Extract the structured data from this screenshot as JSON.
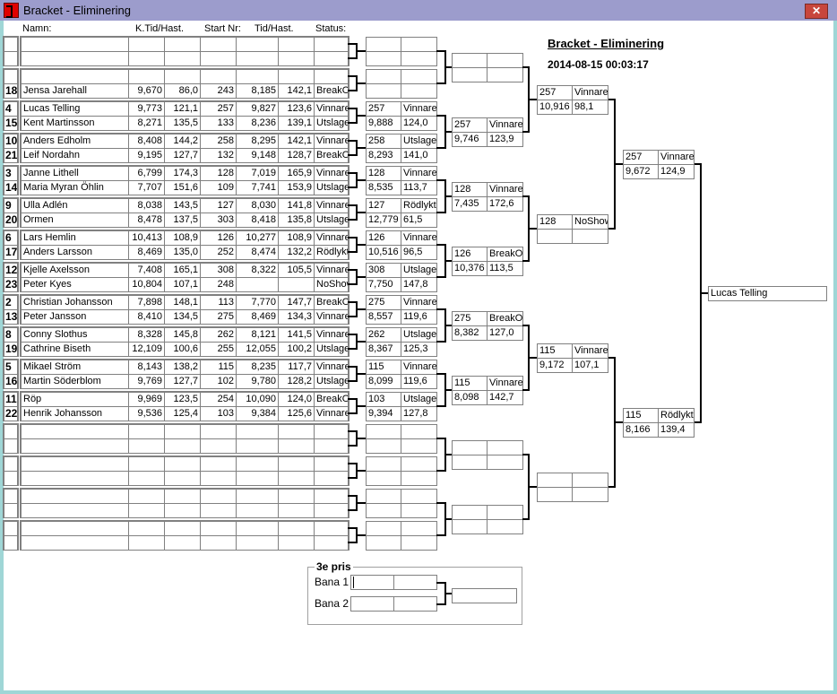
{
  "window": {
    "title": "Bracket - Eliminering",
    "close_label": "✕"
  },
  "headers": {
    "name": "Namn:",
    "ktid": "K.Tid/Hast.",
    "startnr": "Start Nr:",
    "tid": "Tid/Hast.",
    "status": "Status:"
  },
  "heading": "Bracket - Eliminering",
  "date": "2014-08-15 00:03:17",
  "rows": [
    [
      "",
      "",
      "",
      "",
      "",
      "",
      "",
      ""
    ],
    [
      "",
      "",
      "",
      "",
      "",
      "",
      "",
      ""
    ],
    [
      "",
      "",
      "",
      "",
      "",
      "",
      "",
      ""
    ],
    [
      "18",
      "Jensa Jarehall",
      "9,670",
      "86,0",
      "243",
      "8,185",
      "142,1",
      "BreakOut"
    ],
    [
      "4",
      "Lucas Telling",
      "9,773",
      "121,1",
      "257",
      "9,827",
      "123,6",
      "Vinnare"
    ],
    [
      "15",
      "Kent Martinsson",
      "8,271",
      "135,5",
      "133",
      "8,236",
      "139,1",
      "Utslagen"
    ],
    [
      "10",
      "Anders Edholm",
      "8,408",
      "144,2",
      "258",
      "8,295",
      "142,1",
      "Vinnare"
    ],
    [
      "21",
      "Leif Nordahn",
      "9,195",
      "127,7",
      "132",
      "9,148",
      "128,7",
      "BreakOut"
    ],
    [
      "3",
      "Janne Lithell",
      "6,799",
      "174,3",
      "128",
      "7,019",
      "165,9",
      "Vinnare"
    ],
    [
      "14",
      "Maria Myran Öhlin",
      "7,707",
      "151,6",
      "109",
      "7,741",
      "153,9",
      "Utslagen"
    ],
    [
      "9",
      "Ulla Adlén",
      "8,038",
      "143,5",
      "127",
      "8,030",
      "141,8",
      "Vinnare"
    ],
    [
      "20",
      "Ormen",
      "8,478",
      "137,5",
      "303",
      "8,418",
      "135,8",
      "Utslagen"
    ],
    [
      "6",
      "Lars Hemlin",
      "10,413",
      "108,9",
      "126",
      "10,277",
      "108,9",
      "Vinnare"
    ],
    [
      "17",
      "Anders Larsson",
      "8,469",
      "135,0",
      "252",
      "8,474",
      "132,2",
      "Rödlykta"
    ],
    [
      "12",
      "Kjelle Axelsson",
      "7,408",
      "165,1",
      "308",
      "8,322",
      "105,5",
      "Vinnare"
    ],
    [
      "23",
      "Peter Kyes",
      "10,804",
      "107,1",
      "248",
      "",
      "",
      "NoShow"
    ],
    [
      "2",
      "Christian Johansson",
      "7,898",
      "148,1",
      "113",
      "7,770",
      "147,7",
      "BreakOut"
    ],
    [
      "13",
      "Peter Jansson",
      "8,410",
      "134,5",
      "275",
      "8,469",
      "134,3",
      "Vinnare"
    ],
    [
      "8",
      "Conny Slothus",
      "8,328",
      "145,8",
      "262",
      "8,121",
      "141,5",
      "Vinnare"
    ],
    [
      "19",
      "Cathrine Biseth",
      "12,109",
      "100,6",
      "255",
      "12,055",
      "100,2",
      "Utslagen"
    ],
    [
      "5",
      "Mikael Ström",
      "8,143",
      "138,2",
      "115",
      "8,235",
      "117,7",
      "Vinnare"
    ],
    [
      "16",
      "Martin Söderblom",
      "9,769",
      "127,7",
      "102",
      "9,780",
      "128,2",
      "Utslagen"
    ],
    [
      "11",
      "Röp",
      "9,969",
      "123,5",
      "254",
      "10,090",
      "124,0",
      "BreakOut"
    ],
    [
      "22",
      "Henrik Johansson",
      "9,536",
      "125,4",
      "103",
      "9,384",
      "125,6",
      "Vinnare"
    ],
    [
      "",
      "",
      "",
      "",
      "",
      "",
      "",
      ""
    ],
    [
      "",
      "",
      "",
      "",
      "",
      "",
      "",
      ""
    ],
    [
      "",
      "",
      "",
      "",
      "",
      "",
      "",
      ""
    ],
    [
      "",
      "",
      "",
      "",
      "",
      "",
      "",
      ""
    ],
    [
      "",
      "",
      "",
      "",
      "",
      "",
      "",
      ""
    ],
    [
      "",
      "",
      "",
      "",
      "",
      "",
      "",
      ""
    ],
    [
      "",
      "",
      "",
      "",
      "",
      "",
      "",
      ""
    ],
    [
      "",
      "",
      "",
      "",
      "",
      "",
      "",
      ""
    ]
  ],
  "round1": [
    [
      "",
      "",
      "",
      ""
    ],
    [
      "",
      "",
      "",
      ""
    ],
    [
      "257",
      "Vinnare",
      "9,888",
      "124,0"
    ],
    [
      "258",
      "Utslagen",
      "8,293",
      "141,0"
    ],
    [
      "128",
      "Vinnare",
      "8,535",
      "113,7"
    ],
    [
      "127",
      "Rödlykta",
      "12,779",
      "61,5"
    ],
    [
      "126",
      "Vinnare",
      "10,516",
      "96,5"
    ],
    [
      "308",
      "Utslagen",
      "7,750",
      "147,8"
    ],
    [
      "275",
      "Vinnare",
      "8,557",
      "119,6"
    ],
    [
      "262",
      "Utslagen",
      "8,367",
      "125,3"
    ],
    [
      "115",
      "Vinnare",
      "8,099",
      "119,6"
    ],
    [
      "103",
      "Utslagen",
      "9,394",
      "127,8"
    ],
    [
      "",
      "",
      "",
      ""
    ],
    [
      "",
      "",
      "",
      ""
    ],
    [
      "",
      "",
      "",
      ""
    ],
    [
      "",
      "",
      "",
      ""
    ]
  ],
  "round2": [
    [
      "",
      "",
      "",
      ""
    ],
    [
      "257",
      "Vinnare",
      "9,746",
      "123,9"
    ],
    [
      "128",
      "Vinnare",
      "7,435",
      "172,6"
    ],
    [
      "126",
      "BreakOut",
      "10,376",
      "113,5"
    ],
    [
      "275",
      "BreakOut",
      "8,382",
      "127,0"
    ],
    [
      "115",
      "Vinnare",
      "8,098",
      "142,7"
    ],
    [
      "",
      "",
      "",
      ""
    ],
    [
      "",
      "",
      "",
      ""
    ]
  ],
  "round3": [
    [
      "257",
      "Vinnare",
      "10,916",
      "98,1"
    ],
    [
      "128",
      "NoShow",
      "",
      ""
    ],
    [
      "115",
      "Vinnare",
      "9,172",
      "107,1"
    ],
    [
      "",
      "",
      "",
      ""
    ]
  ],
  "round4": [
    [
      "257",
      "Vinnare",
      "9,672",
      "124,9"
    ],
    [
      "115",
      "Rödlykta",
      "8,166",
      "139,4"
    ]
  ],
  "final": {
    "winner": "Lucas Telling"
  },
  "third_place": {
    "title": "3e pris",
    "lane1_label": "Bana 1",
    "lane2_label": "Bana 2",
    "lane1": [
      "",
      ""
    ],
    "lane2": [
      "",
      ""
    ],
    "result": ""
  }
}
